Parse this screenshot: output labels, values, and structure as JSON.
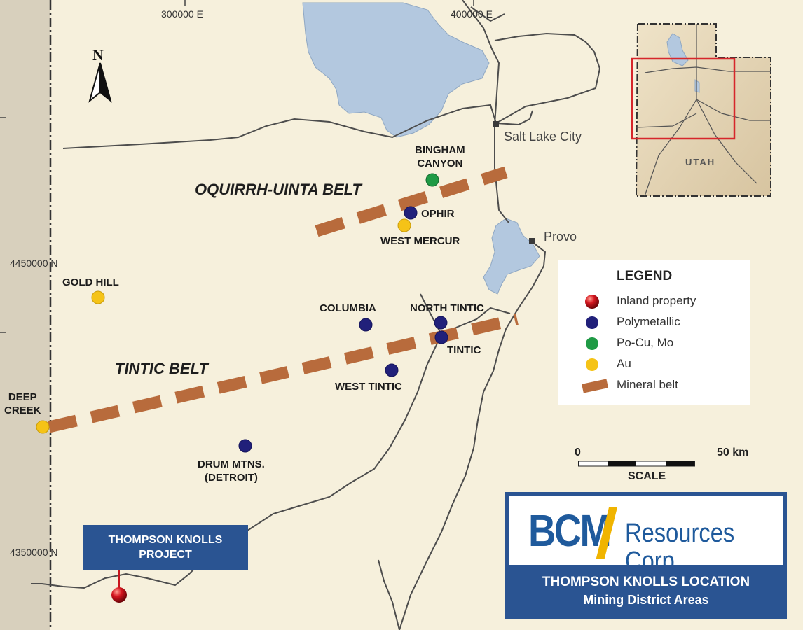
{
  "map": {
    "grid_labels": {
      "easting_1": "300000 E",
      "easting_2": "400000 E",
      "northing_1": "4450000 N",
      "northing_2": "4350000 N"
    },
    "north_arrow": {
      "letter": "N",
      "icon": "north-arrow-icon"
    },
    "cities": [
      {
        "name": "Salt Lake City"
      },
      {
        "name": "Provo"
      }
    ],
    "belts": [
      {
        "name": "OQUIRRH-UINTA BELT"
      },
      {
        "name": "TINTIC BELT"
      }
    ],
    "districts": [
      {
        "name": "BINGHAM\nCANYON",
        "type": "Po-Cu, Mo"
      },
      {
        "name": "OPHIR",
        "type": "Polymetallic"
      },
      {
        "name": "WEST MERCUR",
        "type": "Au"
      },
      {
        "name": "GOLD HILL",
        "type": "Au"
      },
      {
        "name": "COLUMBIA",
        "type": "Polymetallic"
      },
      {
        "name": "NORTH TINTIC",
        "type": "Polymetallic"
      },
      {
        "name": "TINTIC",
        "type": "Polymetallic"
      },
      {
        "name": "WEST TINTIC",
        "type": "Polymetallic"
      },
      {
        "name": "DEEP\nCREEK",
        "type": "Au"
      },
      {
        "name": "DRUM MTNS.\n(DETROIT)",
        "type": "Polymetallic"
      }
    ],
    "project": {
      "label_line1": "THOMPSON KNOLLS",
      "label_line2": "PROJECT",
      "type": "Inland property"
    },
    "inset": {
      "state": "UTAH"
    },
    "colors": {
      "background": "#f6f0dc",
      "water": "#b3c8df",
      "road": "#4d4d4d",
      "belt": "#b86b3c",
      "polymetallic": "#21207a",
      "po_cu_mo": "#1f9a45",
      "au": "#f5c317",
      "inland": "#c8141c",
      "panel_blue": "#2a5492",
      "inset_frame": "#d6262b"
    }
  },
  "legend": {
    "title": "LEGEND",
    "items": [
      {
        "label": "Inland property",
        "symbol": "red-sphere"
      },
      {
        "label": "Polymetallic",
        "symbol": "navy-dot"
      },
      {
        "label": "Po-Cu, Mo",
        "symbol": "green-dot"
      },
      {
        "label": "Au",
        "symbol": "yellow-dot"
      },
      {
        "label": "Mineral belt",
        "symbol": "brown-dash"
      }
    ]
  },
  "scale": {
    "start": "0",
    "end": "50 km",
    "title": "SCALE"
  },
  "branding": {
    "logo_mark": "BCM",
    "company": "Resources Corp.",
    "caption_line1": "THOMPSON KNOLLS LOCATION",
    "caption_line2": "Mining District Areas"
  }
}
